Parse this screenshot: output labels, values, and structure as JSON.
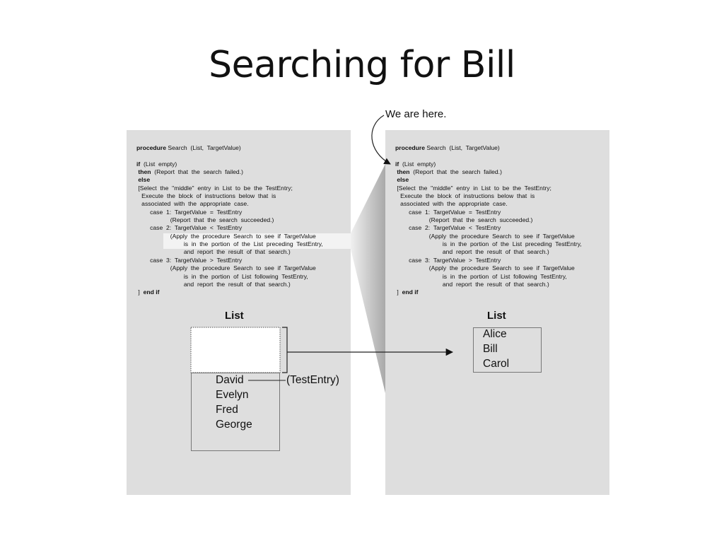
{
  "slide": {
    "title": "Searching for Bill",
    "annotation": "We are here.",
    "test_entry_label": "(TestEntry)"
  },
  "code_lines": [
    {
      "kw": "procedure",
      "text": " Search  (List,  TargetValue)"
    },
    {
      "kw": "",
      "text": " "
    },
    {
      "kw": "if",
      "text": "  (List  empty)"
    },
    {
      "kw": " then",
      "text": "  (Report  that  the  search  failed.)"
    },
    {
      "kw": " else",
      "text": ""
    },
    {
      "kw": "",
      "text": " [Select  the  \"middle\"  entry  in  List  to  be  the  TestEntry;"
    },
    {
      "kw": "",
      "text": "   Execute  the  block  of  instructions  below  that  is"
    },
    {
      "kw": "",
      "text": "   associated  with  the  appropriate  case."
    },
    {
      "kw": "",
      "text": "        case  1:  TargetValue  =  TestEntry"
    },
    {
      "kw": "",
      "text": "                    (Report  that  the  search  succeeded.)"
    },
    {
      "kw": "",
      "text": "        case  2:  TargetValue  <  TestEntry"
    },
    {
      "kw": "",
      "text": "                    (Apply  the  procedure  Search  to  see  if  TargetValue"
    },
    {
      "kw": "",
      "text": "                            is  in  the  portion  of  the  List  preceding  TestEntry,"
    },
    {
      "kw": "",
      "text": "                            and  report  the  result  of  that  search.)"
    },
    {
      "kw": "",
      "text": "        case  3:  TargetValue  >  TestEntry"
    },
    {
      "kw": "",
      "text": "                    (Apply  the  procedure  Search  to  see  if  TargetValue"
    },
    {
      "kw": "",
      "text": "                            is  in  the  portion  of  List  following  TestEntry,"
    },
    {
      "kw": "",
      "text": "                            and  report  the  result  of  that  search.)"
    },
    {
      "kw": "",
      "text": " ]  "
    },
    {
      "kw": "end if",
      "text": ""
    }
  ],
  "left_list": {
    "title": "List",
    "items": [
      "David",
      "Evelyn",
      "Fred",
      "George"
    ]
  },
  "right_list": {
    "title": "List",
    "items": [
      "Alice",
      "Bill",
      "Carol"
    ]
  }
}
